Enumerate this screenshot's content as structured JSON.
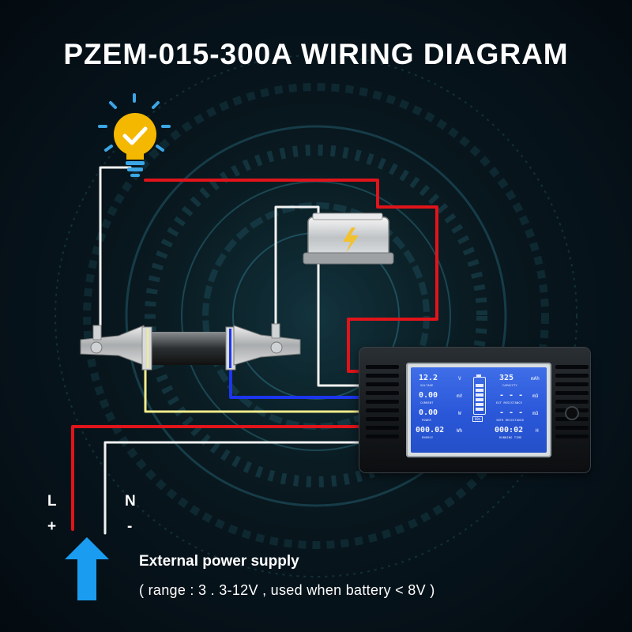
{
  "title": "PZEM-015-300A WIRING DIAGRAM",
  "labels": {
    "l": "L",
    "plus": "+",
    "n": "N",
    "minus": "-"
  },
  "power_supply": {
    "title": "External power supply",
    "range": "( range : 3 . 3-12V , used when battery < 8V )"
  },
  "meter": {
    "voltage_value": "12.2",
    "voltage_unit": "V",
    "voltage_caption": "VOLTAGE",
    "current_value": "0.00",
    "current_unit": "mV",
    "current_caption": "CURRENT",
    "power_value": "0.00",
    "power_unit": "W",
    "power_caption": "POWER",
    "energy_value": "000.02",
    "energy_unit": "Wh",
    "energy_caption": "ENERGY",
    "capacity_value": "325",
    "capacity_unit": "mAh",
    "capacity_caption": "CAPACITY",
    "ext_res_value": "- - -",
    "ext_res_unit": "mΩ",
    "ext_res_caption": "EXT RESISTANCE",
    "int_res_value": "- - -",
    "int_res_unit": "mΩ",
    "int_res_caption": "INTR RESISTANCE",
    "time_value": "000:02",
    "time_unit": "H",
    "time_caption": "RUNNING TIME",
    "battery_pct": "80%"
  },
  "colors": {
    "red_wire": "#e0141a",
    "white_wire": "#f2f2f2",
    "yellow_wire": "#f2ec8a",
    "blue_wire": "#1c35f0",
    "arrow": "#1a9df0",
    "bulb": "#f5b800",
    "ray": "#3aa6e6"
  },
  "icons": [
    "lightbulb-icon",
    "lightning-icon",
    "up-arrow-icon",
    "shunt-icon"
  ]
}
